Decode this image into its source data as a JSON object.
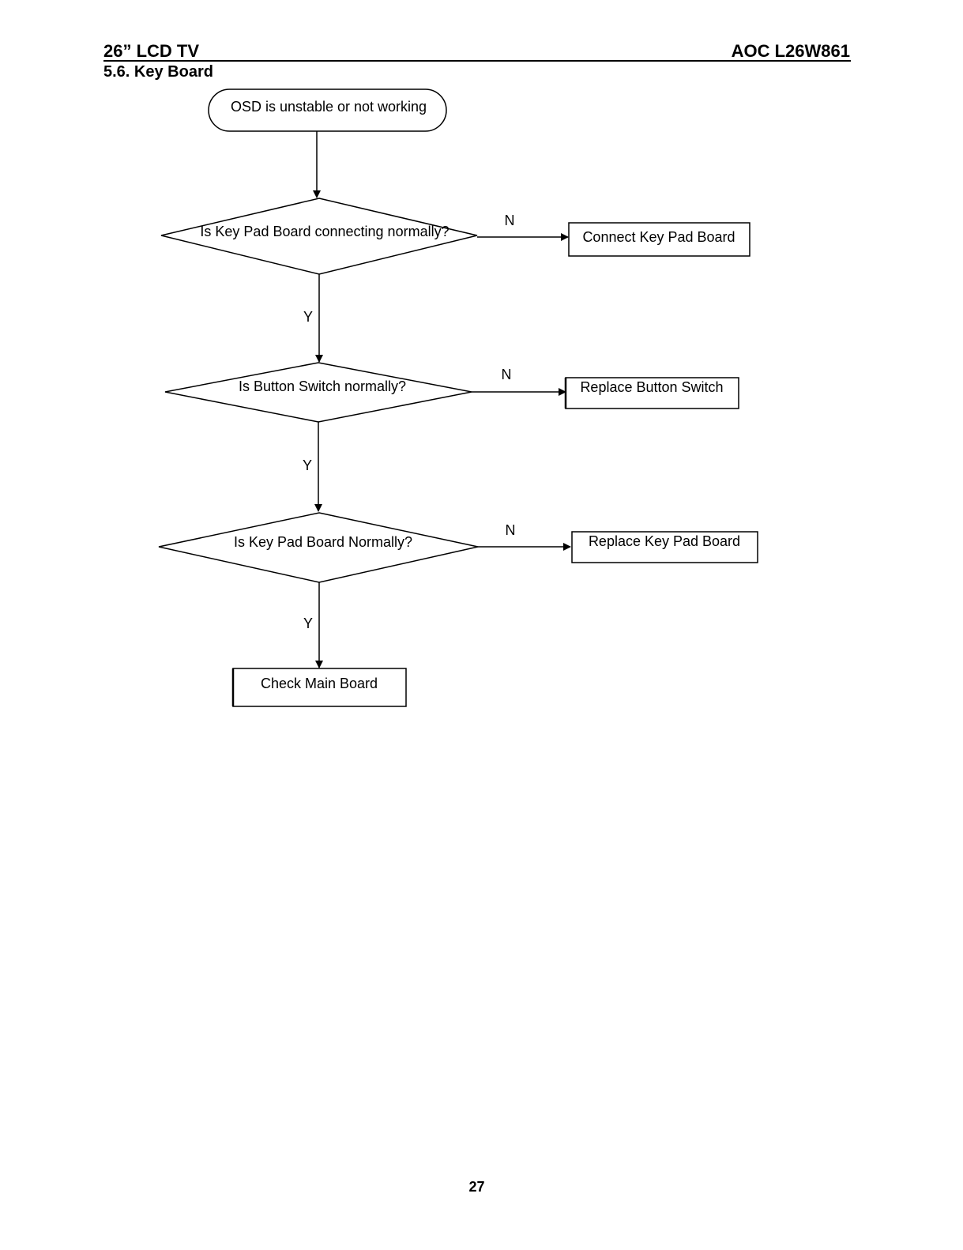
{
  "header": {
    "product": "26” LCD TV",
    "model": "AOC L26W861"
  },
  "section": {
    "title": "5.6. Key Board"
  },
  "flowchart": {
    "start": "OSD is unstable or not working",
    "decisions": [
      {
        "question": "Is Key Pad Board connecting normally?",
        "yes": "Y",
        "no": "N",
        "no_action": "Connect Key Pad Board"
      },
      {
        "question": "Is Button Switch normally?",
        "yes": "Y",
        "no": "N",
        "no_action": "Replace Button Switch"
      },
      {
        "question": "Is Key Pad Board Normally?",
        "yes": "Y",
        "no": "N",
        "no_action": "Replace Key Pad Board"
      }
    ],
    "end": "Check Main Board"
  },
  "footer": {
    "page_number": "27"
  }
}
